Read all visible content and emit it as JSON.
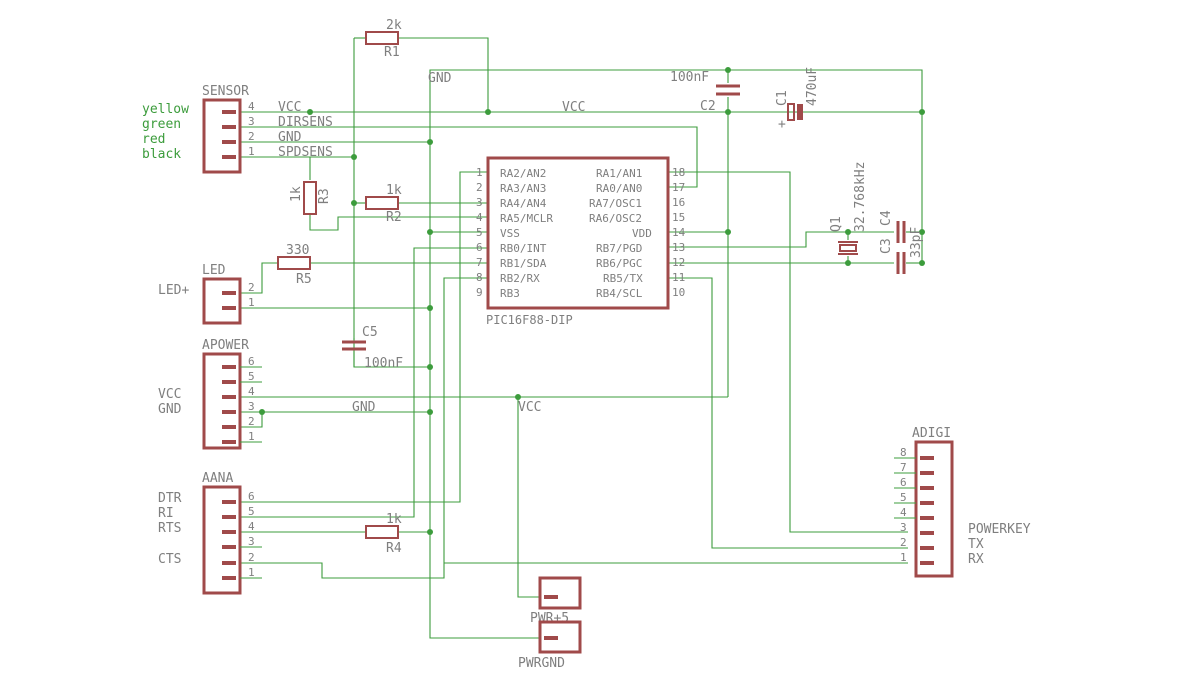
{
  "sensor": {
    "name": "SENSOR",
    "colors": [
      "yellow",
      "green",
      "red",
      "black"
    ],
    "pins": [
      "4",
      "3",
      "2",
      "1"
    ],
    "signals": [
      "VCC",
      "DIRSENS",
      "GND",
      "SPDSENS"
    ]
  },
  "resistors": {
    "r1": {
      "name": "R1",
      "value": "2k"
    },
    "r2": {
      "name": "R2",
      "value": "1k"
    },
    "r3": {
      "name": "R3",
      "value": "1k"
    },
    "r4": {
      "name": "R4",
      "value": "1k"
    },
    "r5": {
      "name": "R5",
      "value": "330"
    }
  },
  "capacitors": {
    "c1": {
      "name": "C1",
      "value": "470uF",
      "polarity": "+"
    },
    "c2": {
      "name": "C2",
      "value": "100nF"
    },
    "c3": {
      "name": "C3"
    },
    "c4": {
      "name": "C4",
      "value": "33pF"
    },
    "c5": {
      "name": "C5",
      "value": "100nF"
    }
  },
  "crystal": {
    "name": "Q1",
    "value": "32.768kHz"
  },
  "nets": {
    "gnd": "GND",
    "vcc": "VCC"
  },
  "mcu": {
    "name": "PIC16F88-DIP",
    "left_pins": [
      {
        "num": "1",
        "label": "RA2/AN2"
      },
      {
        "num": "2",
        "label": "RA3/AN3"
      },
      {
        "num": "3",
        "label": "RA4/AN4"
      },
      {
        "num": "4",
        "label": "RA5/MCLR"
      },
      {
        "num": "5",
        "label": "VSS"
      },
      {
        "num": "6",
        "label": "RB0/INT"
      },
      {
        "num": "7",
        "label": "RB1/SDA"
      },
      {
        "num": "8",
        "label": "RB2/RX"
      },
      {
        "num": "9",
        "label": "RB3"
      }
    ],
    "right_pins": [
      {
        "num": "18",
        "label": "RA1/AN1"
      },
      {
        "num": "17",
        "label": "RA0/AN0"
      },
      {
        "num": "16",
        "label": "RA7/OSC1"
      },
      {
        "num": "15",
        "label": "RA6/OSC2"
      },
      {
        "num": "14",
        "label": "VDD"
      },
      {
        "num": "13",
        "label": "RB7/PGD"
      },
      {
        "num": "12",
        "label": "RB6/PGC"
      },
      {
        "num": "11",
        "label": "RB5/TX"
      },
      {
        "num": "10",
        "label": "RB4/SCL"
      }
    ]
  },
  "led": {
    "name": "LED",
    "side_label": "LED+",
    "pins": [
      "2",
      "1"
    ]
  },
  "apower": {
    "name": "APOWER",
    "pins": [
      "6",
      "5",
      "4",
      "3",
      "2",
      "1"
    ],
    "side_labels": [
      "VCC",
      "GND"
    ]
  },
  "aana": {
    "name": "AANA",
    "pins": [
      "6",
      "5",
      "4",
      "3",
      "2",
      "1"
    ],
    "side_labels": [
      "DTR",
      "RI",
      "RTS",
      "CTS"
    ]
  },
  "adigi": {
    "name": "ADIGI",
    "pins": [
      "8",
      "7",
      "6",
      "5",
      "4",
      "3",
      "2",
      "1"
    ],
    "side_labels": [
      "POWERKEY",
      "TX",
      "RX"
    ]
  },
  "pwr5": {
    "name": "PWR+5"
  },
  "pwrgnd": {
    "name": "PWRGND"
  }
}
